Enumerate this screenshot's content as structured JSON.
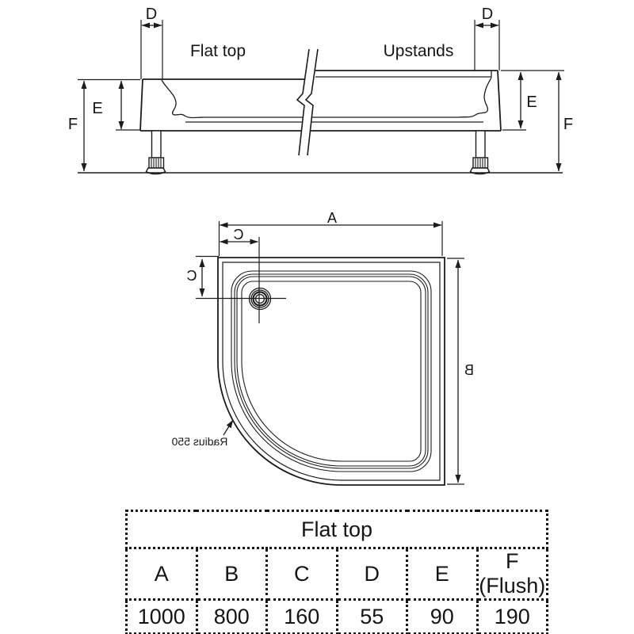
{
  "elevation": {
    "title_left": "Flat top",
    "title_right": "Upstands",
    "dim_d_left": "D",
    "dim_d_right": "D",
    "dim_e_left": "E",
    "dim_e_right": "E",
    "dim_f_left": "F",
    "dim_f_right": "F"
  },
  "plan": {
    "dim_a": "A",
    "dim_b": "B",
    "dim_c_top": "C",
    "dim_c_left": "C",
    "radius_label": "Radius 550"
  },
  "table": {
    "header": "Flat top",
    "columns": [
      "A",
      "B",
      "C",
      "D",
      "E",
      "F (Flush)"
    ],
    "values": [
      "1000",
      "800",
      "160",
      "55",
      "90",
      "190"
    ]
  },
  "colors": {
    "line": "#1c1c1c",
    "background": "#ffffff"
  }
}
